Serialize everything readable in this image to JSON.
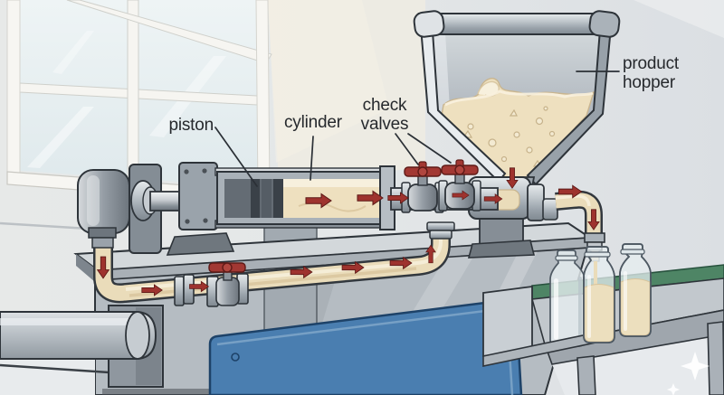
{
  "diagram": {
    "labels": {
      "piston": "piston",
      "cylinder": "cylinder",
      "check_valves": {
        "line1": "check",
        "line2": "valves"
      },
      "product_hopper": {
        "line1": "product",
        "line2": "hopper"
      }
    },
    "colors": {
      "flow_arrow_red": "#9e332e",
      "valve_handle_red": "#a23833",
      "product_cream": "#eee0bf",
      "panel_blue": "#4a7eb0",
      "conveyor_green": "#4e8565",
      "machine_gray": "#b5bcc2",
      "wall_gray": "#e2e5e7",
      "label_text": "#26292d"
    }
  }
}
